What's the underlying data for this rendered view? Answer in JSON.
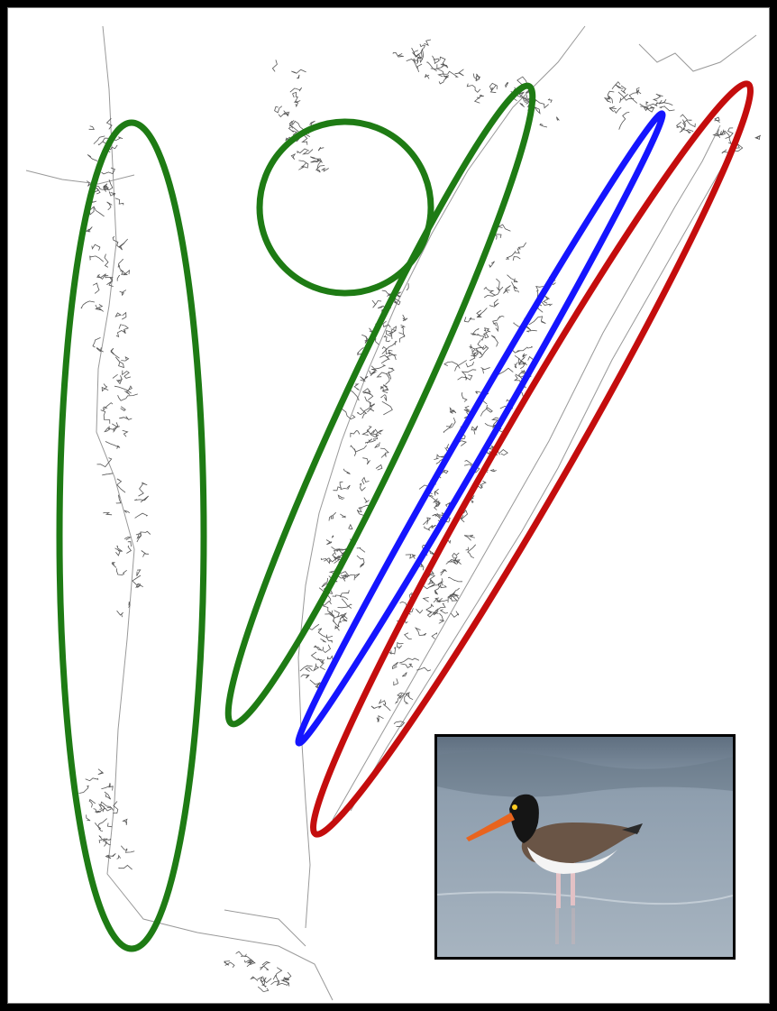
{
  "map": {
    "frame_color": "#000000",
    "background_color": "#ffffff",
    "coastline_color": "#888888",
    "marsh_color": "#555555"
  },
  "ellipses": [
    {
      "name": "ellipse-green-west",
      "color": "#1e7b14"
    },
    {
      "name": "ellipse-green-north-circle",
      "color": "#1e7b14"
    },
    {
      "name": "ellipse-green-central",
      "color": "#1e7b14"
    },
    {
      "name": "ellipse-blue",
      "color": "#1515ff"
    },
    {
      "name": "ellipse-red",
      "color": "#c40d0d"
    }
  ],
  "inset": {
    "subject": "american-oystercatcher",
    "water_color": "#8e9eae",
    "bill_color": "#e8641e"
  }
}
